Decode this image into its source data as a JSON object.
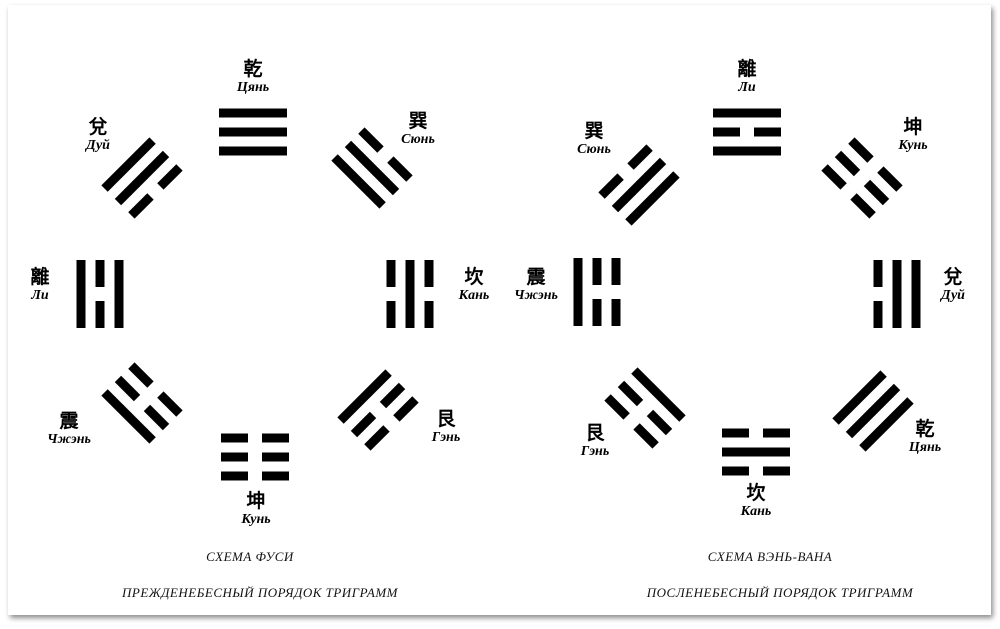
{
  "fusi": {
    "title": "СХЕМА ФУСИ",
    "subtitle": "ПРЕЖДЕНЕБЕСНЫЙ ПОРЯДОК ТРИГРАММ",
    "trigrams": [
      {
        "key": "qian",
        "hanzi": "乾",
        "name": "Цянь",
        "lines": [
          1,
          1,
          1
        ]
      },
      {
        "key": "xun",
        "hanzi": "巽",
        "name": "Сюнь",
        "lines": [
          0,
          1,
          1
        ]
      },
      {
        "key": "kan",
        "hanzi": "坎",
        "name": "Кань",
        "lines": [
          0,
          1,
          0
        ]
      },
      {
        "key": "gen",
        "hanzi": "艮",
        "name": "Гэнь",
        "lines": [
          0,
          0,
          1
        ]
      },
      {
        "key": "kun",
        "hanzi": "坤",
        "name": "Кунь",
        "lines": [
          0,
          0,
          0
        ]
      },
      {
        "key": "zhen",
        "hanzi": "震",
        "name": "Чжэнь",
        "lines": [
          1,
          0,
          0
        ]
      },
      {
        "key": "li",
        "hanzi": "離",
        "name": "Ли",
        "lines": [
          1,
          0,
          1
        ]
      },
      {
        "key": "dui",
        "hanzi": "兌",
        "name": "Дуй",
        "lines": [
          1,
          1,
          0
        ]
      }
    ]
  },
  "wenwang": {
    "title": "СХЕМА ВЭНЬ-ВАНА",
    "subtitle": "ПОСЛЕНЕБЕСНЫЙ ПОРЯДОК ТРИГРАММ",
    "trigrams": [
      {
        "key": "li",
        "hanzi": "離",
        "name": "Ли",
        "lines": [
          1,
          0,
          1
        ]
      },
      {
        "key": "kun",
        "hanzi": "坤",
        "name": "Кунь",
        "lines": [
          0,
          0,
          0
        ]
      },
      {
        "key": "dui",
        "hanzi": "兌",
        "name": "Дуй",
        "lines": [
          1,
          1,
          0
        ]
      },
      {
        "key": "qian",
        "hanzi": "乾",
        "name": "Цянь",
        "lines": [
          1,
          1,
          1
        ]
      },
      {
        "key": "kan",
        "hanzi": "坎",
        "name": "Кань",
        "lines": [
          0,
          1,
          0
        ]
      },
      {
        "key": "gen",
        "hanzi": "艮",
        "name": "Гэнь",
        "lines": [
          0,
          0,
          1
        ]
      },
      {
        "key": "zhen",
        "hanzi": "震",
        "name": "Чжэнь",
        "lines": [
          1,
          0,
          0
        ]
      },
      {
        "key": "xun",
        "hanzi": "巽",
        "name": "Сюнь",
        "lines": [
          0,
          1,
          1
        ]
      }
    ]
  }
}
